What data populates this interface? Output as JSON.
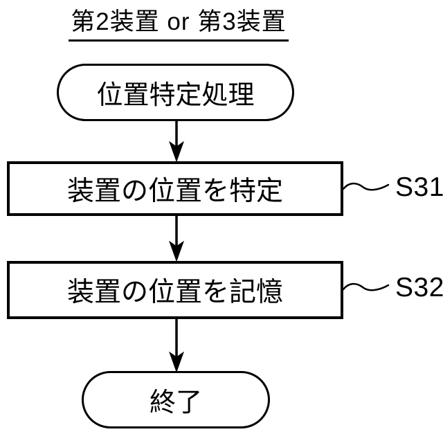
{
  "diagram": {
    "title": "第2装置 or 第3装置",
    "type": "flowchart",
    "colors": {
      "line": "#000000",
      "background": "#ffffff"
    },
    "nodes": {
      "start": {
        "label": "位置特定処理",
        "shape": "terminal"
      },
      "step1": {
        "label": "装置の位置を特定",
        "shape": "process",
        "ref": "S31"
      },
      "step2": {
        "label": "装置の位置を記憶",
        "shape": "process",
        "ref": "S32"
      },
      "end": {
        "label": "終了",
        "shape": "terminal"
      }
    },
    "edges": [
      {
        "from": "start",
        "to": "step1"
      },
      {
        "from": "step1",
        "to": "step2"
      },
      {
        "from": "step2",
        "to": "end"
      }
    ]
  }
}
